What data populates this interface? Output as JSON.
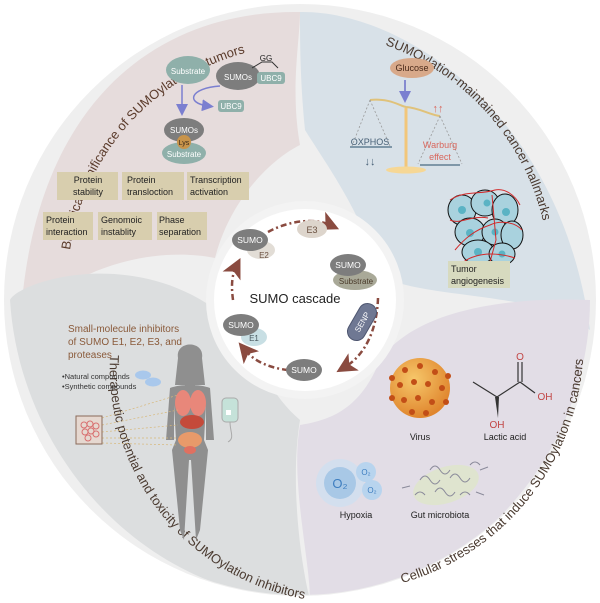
{
  "center": {
    "title": "SUMO cascade",
    "nodes": {
      "e3": "E3",
      "sumo_e2": "SUMO",
      "e2": "E2",
      "sumo_sub": "SUMO",
      "substrate": "Substrate",
      "senp": "SENP",
      "sumo_free": "SUMO",
      "sumo_e1": "SUMO",
      "e1": "E1"
    }
  },
  "quadrants": {
    "top_left": {
      "title": "Biological significance of SUMOylation in tumors",
      "diagram": {
        "substrate": "Substrate",
        "sumos": "SUMOs",
        "gg": "GG",
        "ubc9_bound": "UBC9",
        "ubc9_released": "UBC9",
        "sumos_conj": "SUMOs",
        "lys": "Lys",
        "substrate_conj": "Substrate"
      },
      "boxes_row1": [
        [
          "Protein",
          "stability"
        ],
        [
          "Protein",
          "transloction"
        ],
        [
          "Transcription",
          "activation"
        ]
      ],
      "boxes_row2": [
        [
          "Protein",
          "interaction"
        ],
        [
          "Genomoic",
          "instablity"
        ],
        [
          "Phase",
          "separation"
        ]
      ]
    },
    "top_right": {
      "title": "SUMOylation-maintained cancer hallmarks",
      "glucose": "Glucose",
      "oxphos": "OXPHOS",
      "down_arrows": "↓↓",
      "up_arrows": "↑↑",
      "warburg": [
        "Warburg",
        "effect"
      ],
      "tumor_box": [
        "Tumor",
        "angiogenesis"
      ]
    },
    "bottom_left": {
      "title": "Therapeutic potential and toxicity of SUMOylation inhibitors",
      "heading": [
        "Small-molecule inhibitors",
        "of SUMO E1, E2, E3, and",
        "proteases"
      ],
      "bullets": [
        "•Natural compounds",
        "•Synthetic compounds"
      ]
    },
    "bottom_right": {
      "title": "Cellular stresses that induce SUMOylation in cancers",
      "virus": "Virus",
      "lactic_acid": "Lactic acid",
      "o_label": "O",
      "oh_label_1": "OH",
      "oh_label_2": "OH",
      "hypoxia": "Hypoxia",
      "o2": "O₂",
      "gut": "Gut microbiota"
    }
  },
  "colors": {
    "outer_ring": "#efefef",
    "top_left_bg": "#e6dcdc",
    "top_right_bg": "#d8e1e8",
    "bottom_left_bg": "#dcdedf",
    "bottom_right_bg": "#e2dde6",
    "box_fill": "#d8ceae",
    "sumo_gray": "#7d7d7d",
    "substrate_teal": "#8fb0aa",
    "arrow_brown": "#8a4b40",
    "arrow_purple": "#7b7fd0",
    "warburg_red": "#d9675d"
  }
}
